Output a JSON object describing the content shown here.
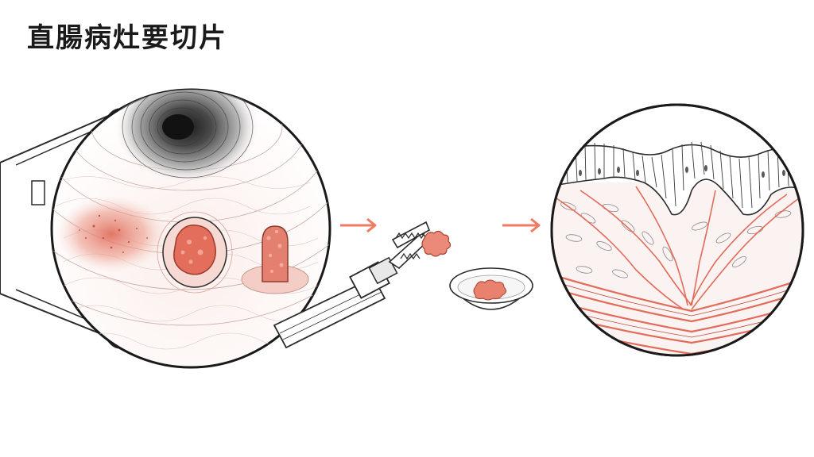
{
  "title": "直腸病灶要切片",
  "colors": {
    "lesion": "#e8806f",
    "lesion_dark": "#c9503d",
    "arrow": "#f07b63",
    "line": "#2a2a2a",
    "muscle": "#e26b5a",
    "background": "#ffffff"
  },
  "icons": [
    "colonoscope",
    "rectal-lumen-view",
    "flat-red-lesion",
    "ulcerated-lesion",
    "polyp-lesion",
    "biopsy-forceps",
    "tissue-sample",
    "specimen-dish",
    "histology-section",
    "arrow-right"
  ]
}
